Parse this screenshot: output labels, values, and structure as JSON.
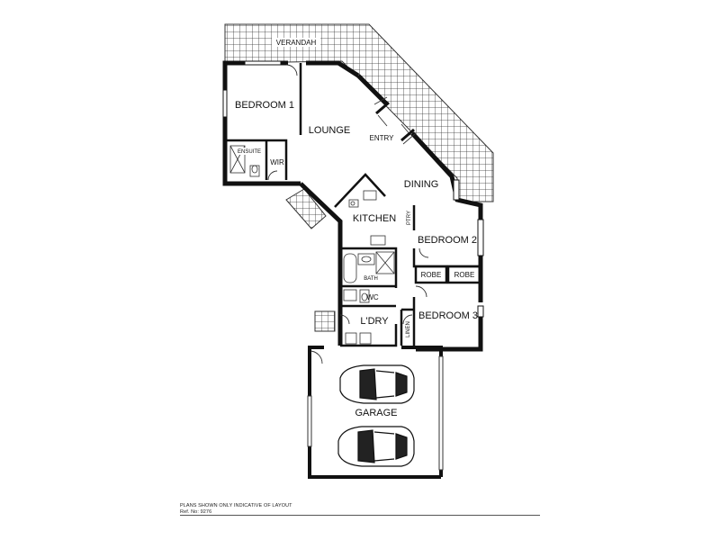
{
  "rooms": {
    "verandah": "VERANDAH",
    "bedroom1": "BEDROOM 1",
    "lounge": "LOUNGE",
    "entry": "ENTRY",
    "ensuite": "ENSUITE",
    "wir": "WIR",
    "dining": "DINING",
    "kitchen": "KITCHEN",
    "ptry": "PTRY",
    "bedroom2": "BEDROOM 2",
    "bath": "BATH",
    "robe_left": "ROBE",
    "robe_right": "ROBE",
    "wc": "WC",
    "ldry": "L'DRY",
    "linen": "LINEN",
    "bedroom3": "BEDROOM 3",
    "garage": "GARAGE"
  },
  "footer": {
    "note": "PLANS SHOWN ONLY INDICATIVE OF LAYOUT",
    "ref": "Ref. No: 9276"
  }
}
